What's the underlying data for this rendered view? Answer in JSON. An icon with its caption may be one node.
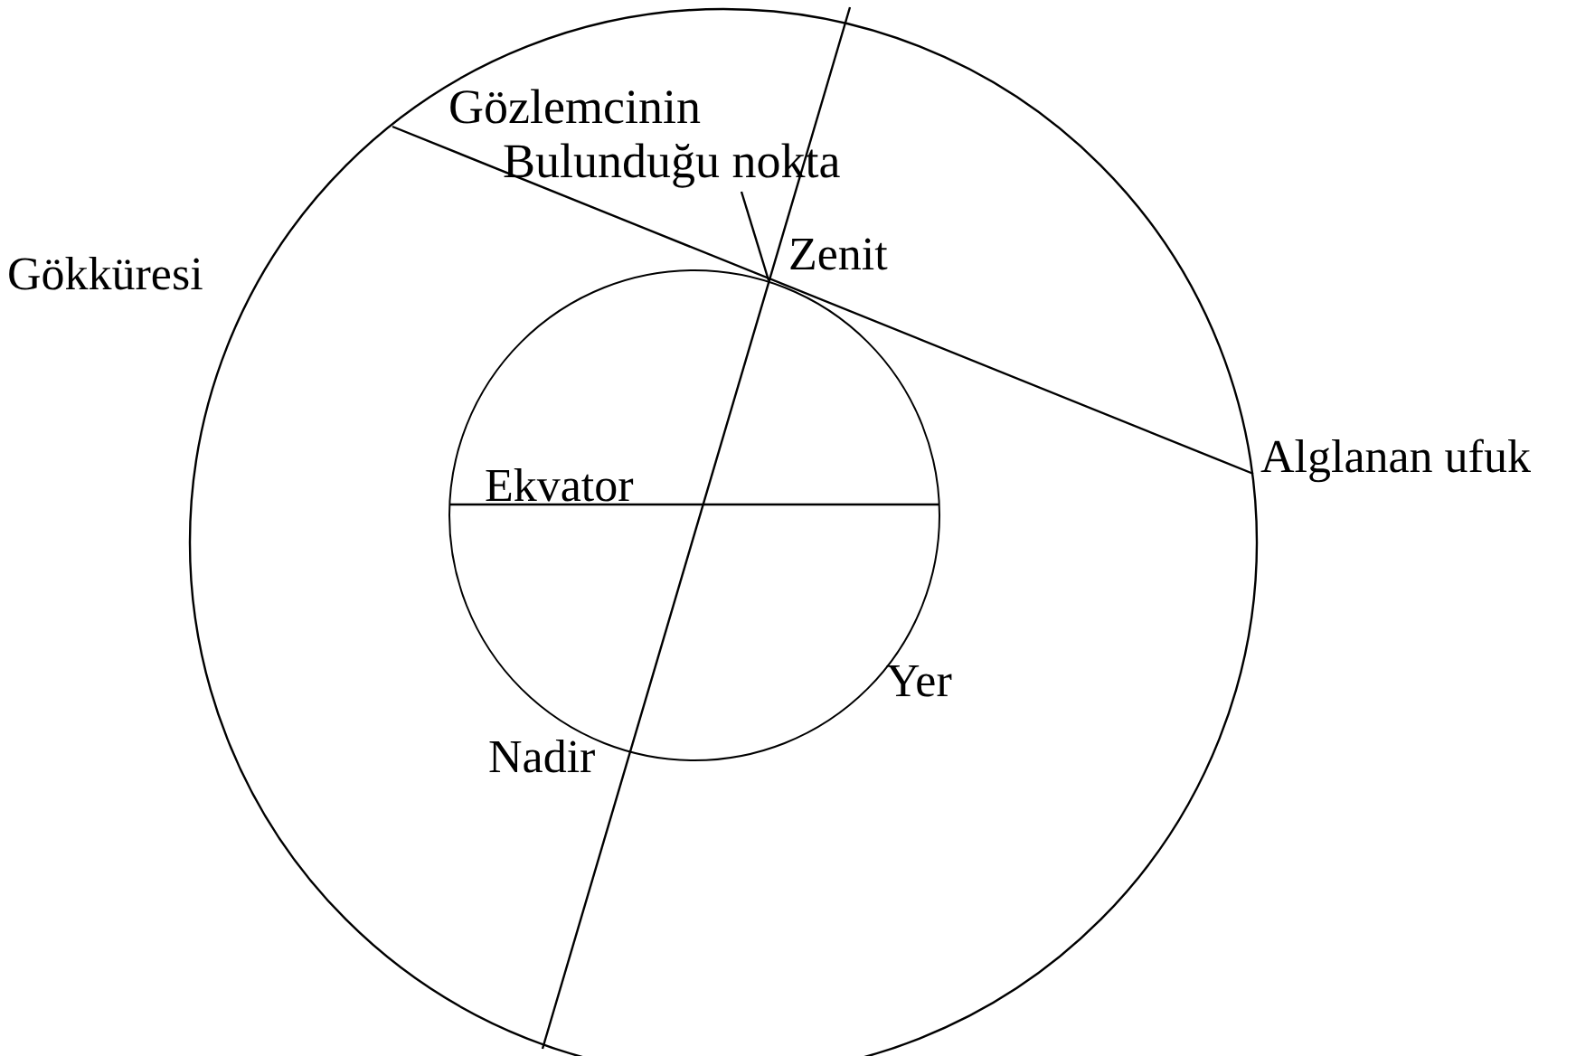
{
  "diagram": {
    "nodes": [
      {
        "text": [
          "Gözlemcinin Bulunduğu nokta"
        ]
      },
      {
        "text": [],
        "shape": "circle"
      }
    ],
    "edges": [
      {
        "from": 0,
        "to": 1,
        "arrow": "none"
      }
    ],
    "labels": [
      "Gökküresi",
      "Zenit",
      "Alglanan ufuk",
      "Ekvator",
      "Yer",
      "Nadir"
    ]
  }
}
